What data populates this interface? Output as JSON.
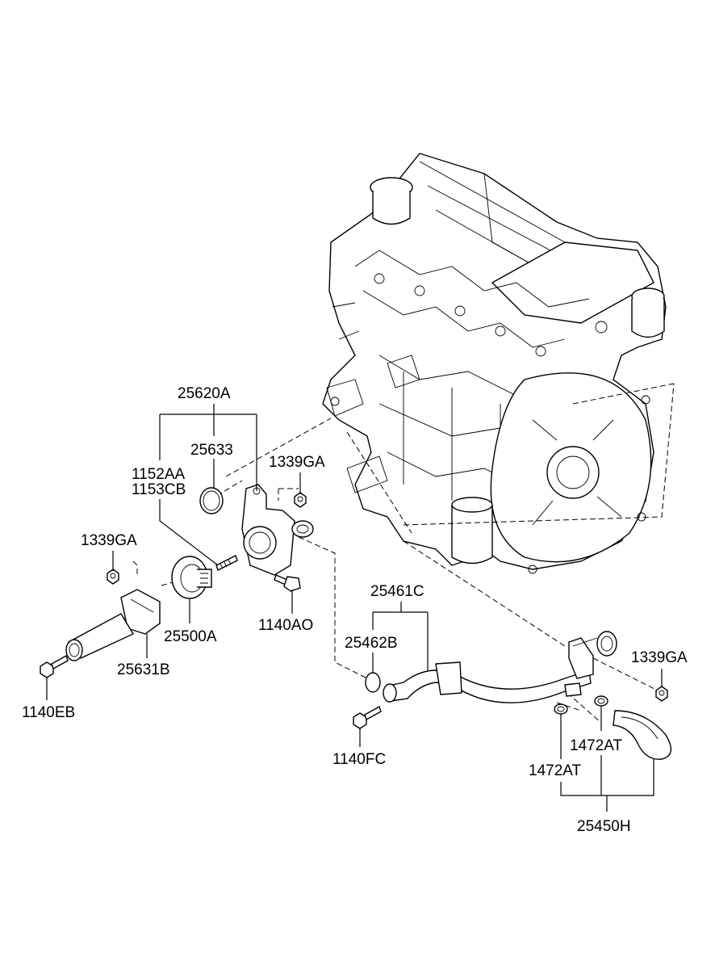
{
  "labels": {
    "p25620A": "25620A",
    "p25633": "25633",
    "p1152AA": "1152AA",
    "p1153CB": "1153CB",
    "p1339GA_top": "1339GA",
    "p1339GA_left": "1339GA",
    "p25500A": "25500A",
    "p1140AO": "1140AO",
    "p25631B": "25631B",
    "p1140EB": "1140EB",
    "p25461C": "25461C",
    "p25462B": "25462B",
    "p1339GA_right": "1339GA",
    "p1140FC": "1140FC",
    "p1472AT_a": "1472AT",
    "p1472AT_b": "1472AT",
    "p25450H": "25450H"
  }
}
